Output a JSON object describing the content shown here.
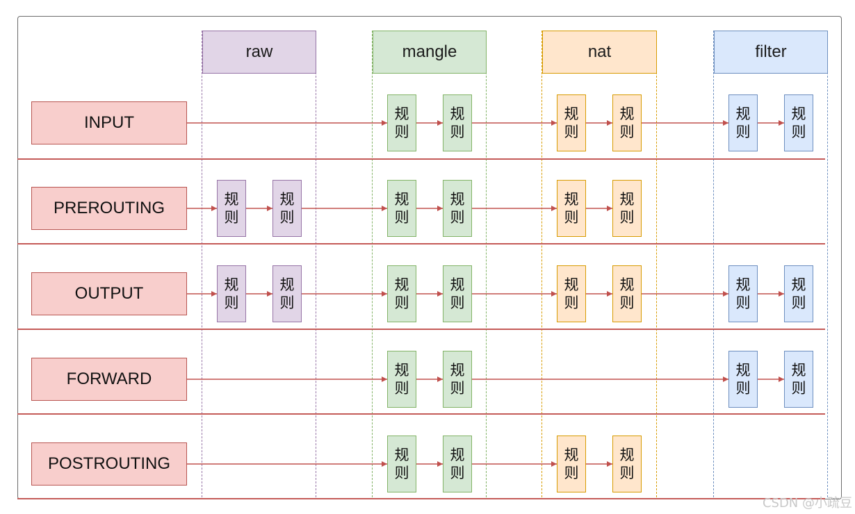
{
  "tables": [
    {
      "key": "raw",
      "label": "raw",
      "fill": "#e1d5e7",
      "stroke": "#9673a6"
    },
    {
      "key": "mangle",
      "label": "mangle",
      "fill": "#d5e8d4",
      "stroke": "#82b366"
    },
    {
      "key": "nat",
      "label": "nat",
      "fill": "#ffe6cc",
      "stroke": "#d79b00"
    },
    {
      "key": "filter",
      "label": "filter",
      "fill": "#dae8fc",
      "stroke": "#6c8ebf"
    }
  ],
  "chains": [
    {
      "label": "INPUT",
      "tables": [
        "mangle",
        "nat",
        "filter"
      ]
    },
    {
      "label": "PREROUTING",
      "tables": [
        "raw",
        "mangle",
        "nat"
      ]
    },
    {
      "label": "OUTPUT",
      "tables": [
        "raw",
        "mangle",
        "nat",
        "filter"
      ]
    },
    {
      "label": "FORWARD",
      "tables": [
        "mangle",
        "filter"
      ]
    },
    {
      "label": "POSTROUTING",
      "tables": [
        "mangle",
        "nat"
      ]
    }
  ],
  "rule_label": "规则",
  "rules_per_table": 2,
  "colors": {
    "chain_fill": "#f8cecc",
    "chain_stroke": "#b85450",
    "arrow": "#c0504d",
    "separator": "#c45a57"
  },
  "watermark": "CSDN @小疏豆"
}
